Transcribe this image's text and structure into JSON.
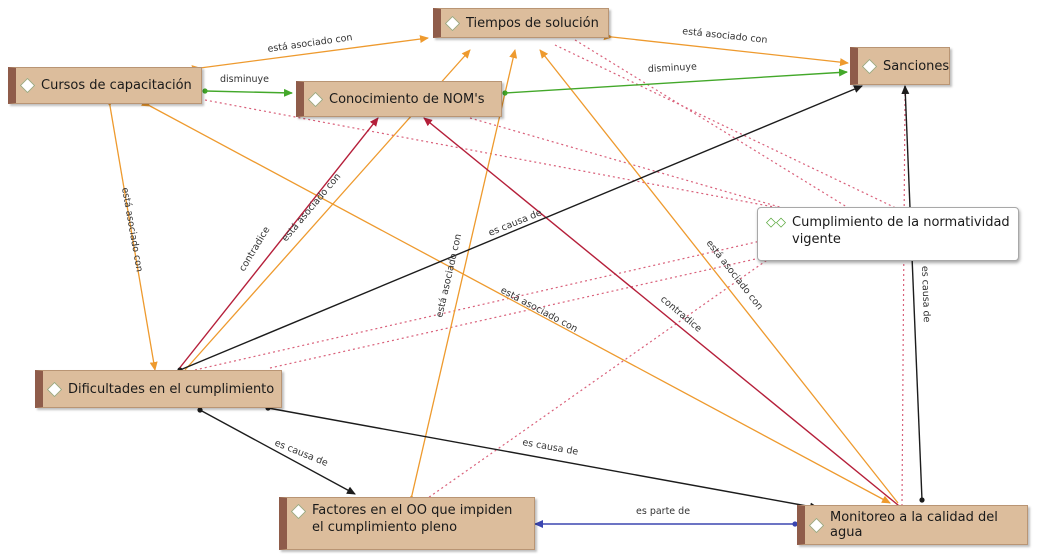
{
  "nodes": {
    "tiempos": "Tiempos de solución",
    "cursos": "Cursos de capacitación",
    "conocimiento": "Conocimiento de NOM's",
    "sanciones": "Sanciones",
    "cumplimiento_normatividad": "Cumplimiento de la normatividad vigente",
    "dificultades": "Dificultades en el cumplimiento",
    "factores": "Factores en el OO que impiden el cumplimiento pleno",
    "monitoreo": "Monitoreo a la calidad del agua"
  },
  "relations": {
    "asociado": "está asociado con",
    "disminuye": "disminuye",
    "contradice": "contradice",
    "causa": "es causa de",
    "parte": "es parte de"
  },
  "colors": {
    "asociado": "#ee9a2e",
    "disminuye": "#43a82a",
    "contradice": "#b51f3a",
    "causa": "#1c1c1c",
    "parte": "#3b46b0",
    "dotted": "#d9607a",
    "node_fill": "#dcbd9c",
    "node_accent": "#8f5c4a"
  },
  "icons": {
    "concept": "diamond-icon",
    "callout": "double-diamond-icon"
  }
}
